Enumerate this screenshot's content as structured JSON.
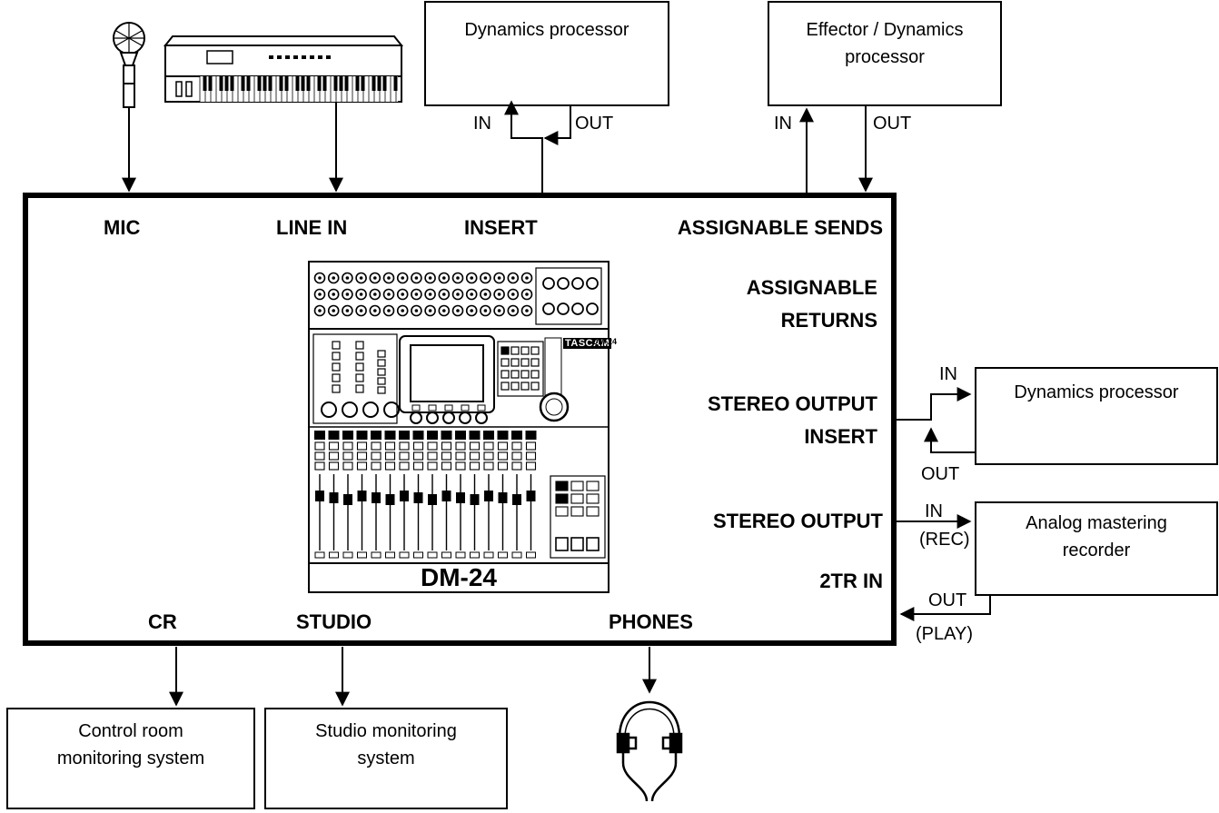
{
  "console": {
    "model_label": "DM-24",
    "brand_logo": "TASCAM",
    "brand_model": "DM-24"
  },
  "ports": {
    "mic": "MIC",
    "line_in": "LINE IN",
    "insert": "INSERT",
    "assignable_sends": "ASSIGNABLE SENDS",
    "assignable_returns_line1": "ASSIGNABLE",
    "assignable_returns_line2": "RETURNS",
    "stereo_output_insert_line1": "STEREO OUTPUT",
    "stereo_output_insert_line2": "INSERT",
    "stereo_output": "STEREO OUTPUT",
    "two_tr_in": "2TR IN",
    "cr": "CR",
    "studio": "STUDIO",
    "phones": "PHONES"
  },
  "devices": {
    "dynamics_top": {
      "line1": "Dynamics processor"
    },
    "effector": {
      "line1": "Effector / Dynamics",
      "line2": "processor"
    },
    "dynamics_right": {
      "line1": "Dynamics processor"
    },
    "analog_recorder": {
      "line1": "Analog mastering",
      "line2": "recorder"
    },
    "control_room": {
      "line1": "Control room",
      "line2": "monitoring system"
    },
    "studio_monitor": {
      "line1": "Studio monitoring",
      "line2": "system"
    }
  },
  "signal_labels": {
    "in": "IN",
    "out": "OUT",
    "rec": "(REC)",
    "play": "(PLAY)"
  },
  "icons": [
    "microphone-icon",
    "keyboard-icon",
    "headphones-icon",
    "mixing-console-icon"
  ]
}
